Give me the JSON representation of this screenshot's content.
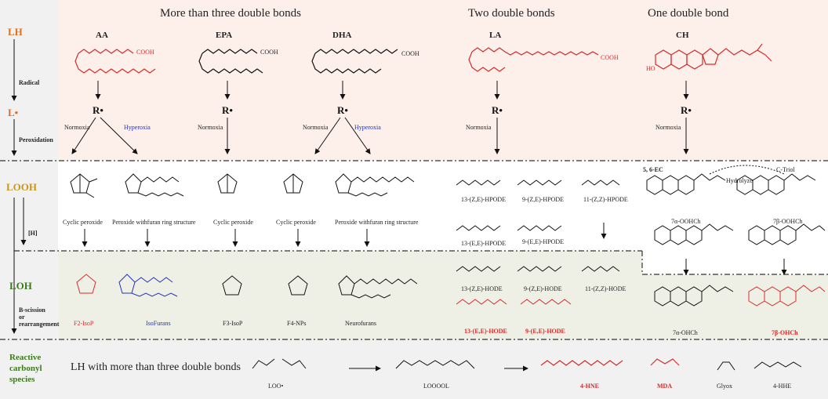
{
  "headers": {
    "more_than_three": "More than three double bonds",
    "two": "Two double bonds",
    "one": "One double bond"
  },
  "stages": {
    "lh": "LH",
    "l_radical": "L•",
    "looh": "LOOH",
    "loh": "LOH",
    "reactive": "Reactive",
    "carbonyl": "carbonyl",
    "species": "species"
  },
  "steps": {
    "radical": "Radical",
    "peroxidation": "Peroxidation",
    "h": "[H]",
    "b_scission": "B-scission",
    "or": "or",
    "rearrangement": "rearrangement"
  },
  "fatty_acids": {
    "aa": "AA",
    "epa": "EPA",
    "dha": "DHA",
    "la": "LA",
    "ch": "CH"
  },
  "groups": {
    "cooh": "COOH",
    "ho": "HO"
  },
  "r_radical": "R•",
  "conditions": {
    "normoxia": "Normoxia",
    "hyperoxia": "Hyperoxia"
  },
  "looh": {
    "aa_cyclic": "Cyclic peroxide",
    "aa_furan": "Peroxide withfuran ring structure",
    "epa_cyclic": "Cyclic peroxide",
    "dha_cyclic": "Cyclic peroxide",
    "dha_furan": "Peroxide withfuran ring structure",
    "hp_13ze": "13-(Z,E)-HPODE",
    "hp_9ze": "9-(Z,E)-HPODE",
    "hp_11zz": "11-(Z,Z)-HPODE",
    "hp_13ee": "13-(E,E)-HPODE",
    "hp_9ee": "9-(E,E)-HPODE",
    "ec": "5, 6-EC",
    "hydrolyze": "Hydrolyze",
    "ctriol": "C-Triol",
    "a_oohch": "7α-OOHCh",
    "b_oohch": "7β-OOHCh"
  },
  "loh": {
    "f2": "F2-IsoP",
    "isofurans": "IsoFurans",
    "f3": "F3-IsoP",
    "f4": "F4-NPs",
    "neurofurans": "Neurofurans",
    "h_13ze": "13-(Z,E)-HODE",
    "h_9ze": "9-(Z,E)-HODE",
    "h_11zz": "11-(Z,Z)-HODE",
    "h_13ee": "13-(E,E)-HODE",
    "h_9ee": "9-(E,E)-HODE",
    "a_ohch": "7α-OHCh",
    "b_ohch": "7β-OHCh"
  },
  "carbonyl": {
    "lh_text": "LH with more than three double bonds",
    "loo": "LOO•",
    "looool": "LOOOOL",
    "hne": "4-HNE",
    "mda": "MDA",
    "glyox": "Glyox",
    "hhe": "4-HHE"
  }
}
